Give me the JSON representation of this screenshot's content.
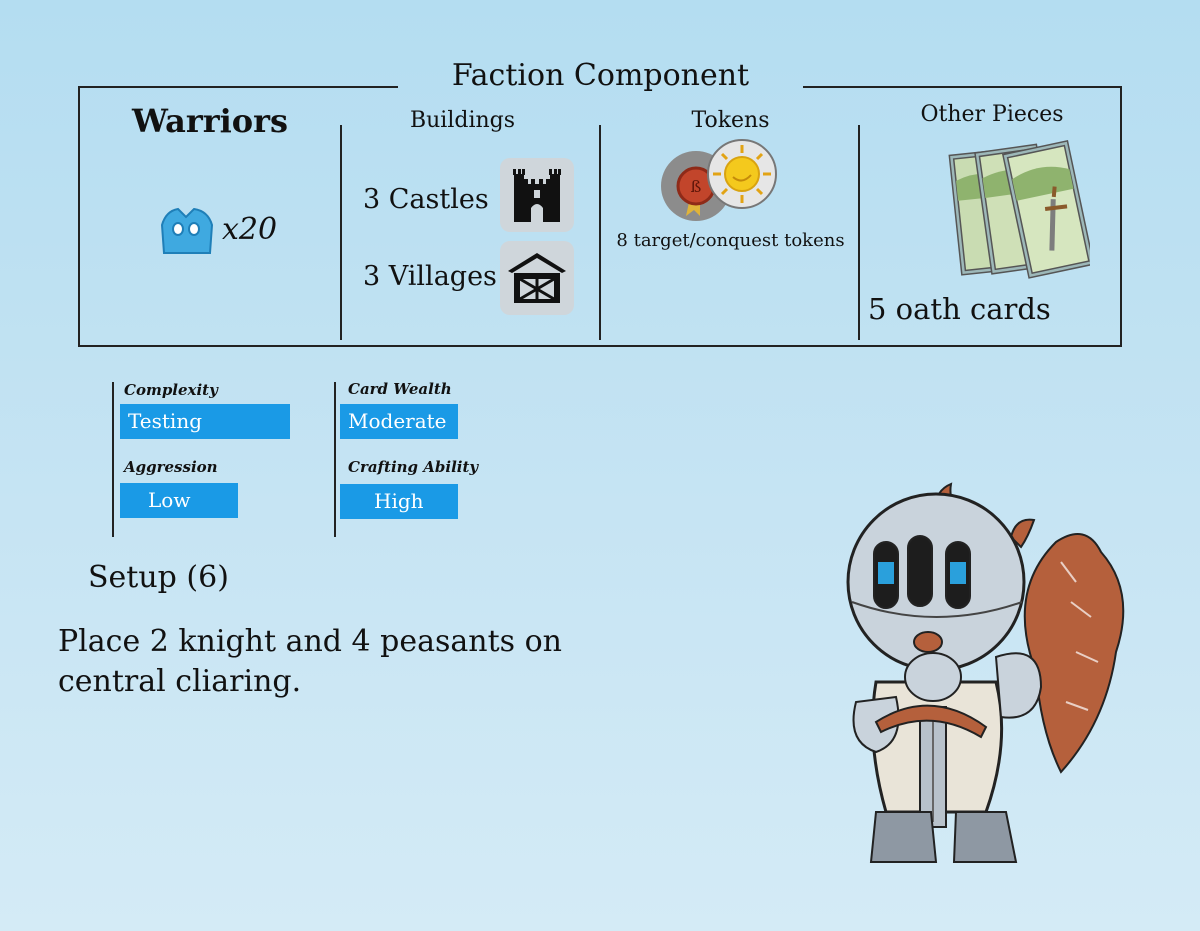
{
  "panel": {
    "title": "Faction Component",
    "warriors": {
      "title": "Warriors",
      "count": "x20",
      "icon": "warrior-meeple-icon"
    },
    "buildings": {
      "title": "Buildings",
      "items": [
        {
          "label": "3 Castles",
          "icon": "castle-icon"
        },
        {
          "label": "3 Villages",
          "icon": "village-barn-icon"
        }
      ]
    },
    "tokens": {
      "title": "Tokens",
      "caption": "8 target/conquest tokens",
      "icons": [
        "wax-seal-token-icon",
        "gold-sun-token-icon"
      ]
    },
    "other": {
      "title": "Other Pieces",
      "caption": "5 oath cards",
      "icon": "oath-card-sword-icon"
    }
  },
  "stats": {
    "complexity": {
      "label": "Complexity",
      "value": "Testing"
    },
    "card_wealth": {
      "label": "Card Wealth",
      "value": "Moderate"
    },
    "aggression": {
      "label": "Aggression",
      "value": "Low"
    },
    "crafting": {
      "label": "Crafting Ability",
      "value": "High"
    }
  },
  "setup": {
    "title": "Setup (6)",
    "text": "Place 2 knight and 4 peasants on central cliaring."
  },
  "colors": {
    "chip": "#1a9ae6",
    "background": "#b4ddf1",
    "warrior": "#3fa9e0",
    "squirrel_tail": "#b5603c"
  },
  "illustration": {
    "icon": "armored-squirrel-knight-icon"
  }
}
